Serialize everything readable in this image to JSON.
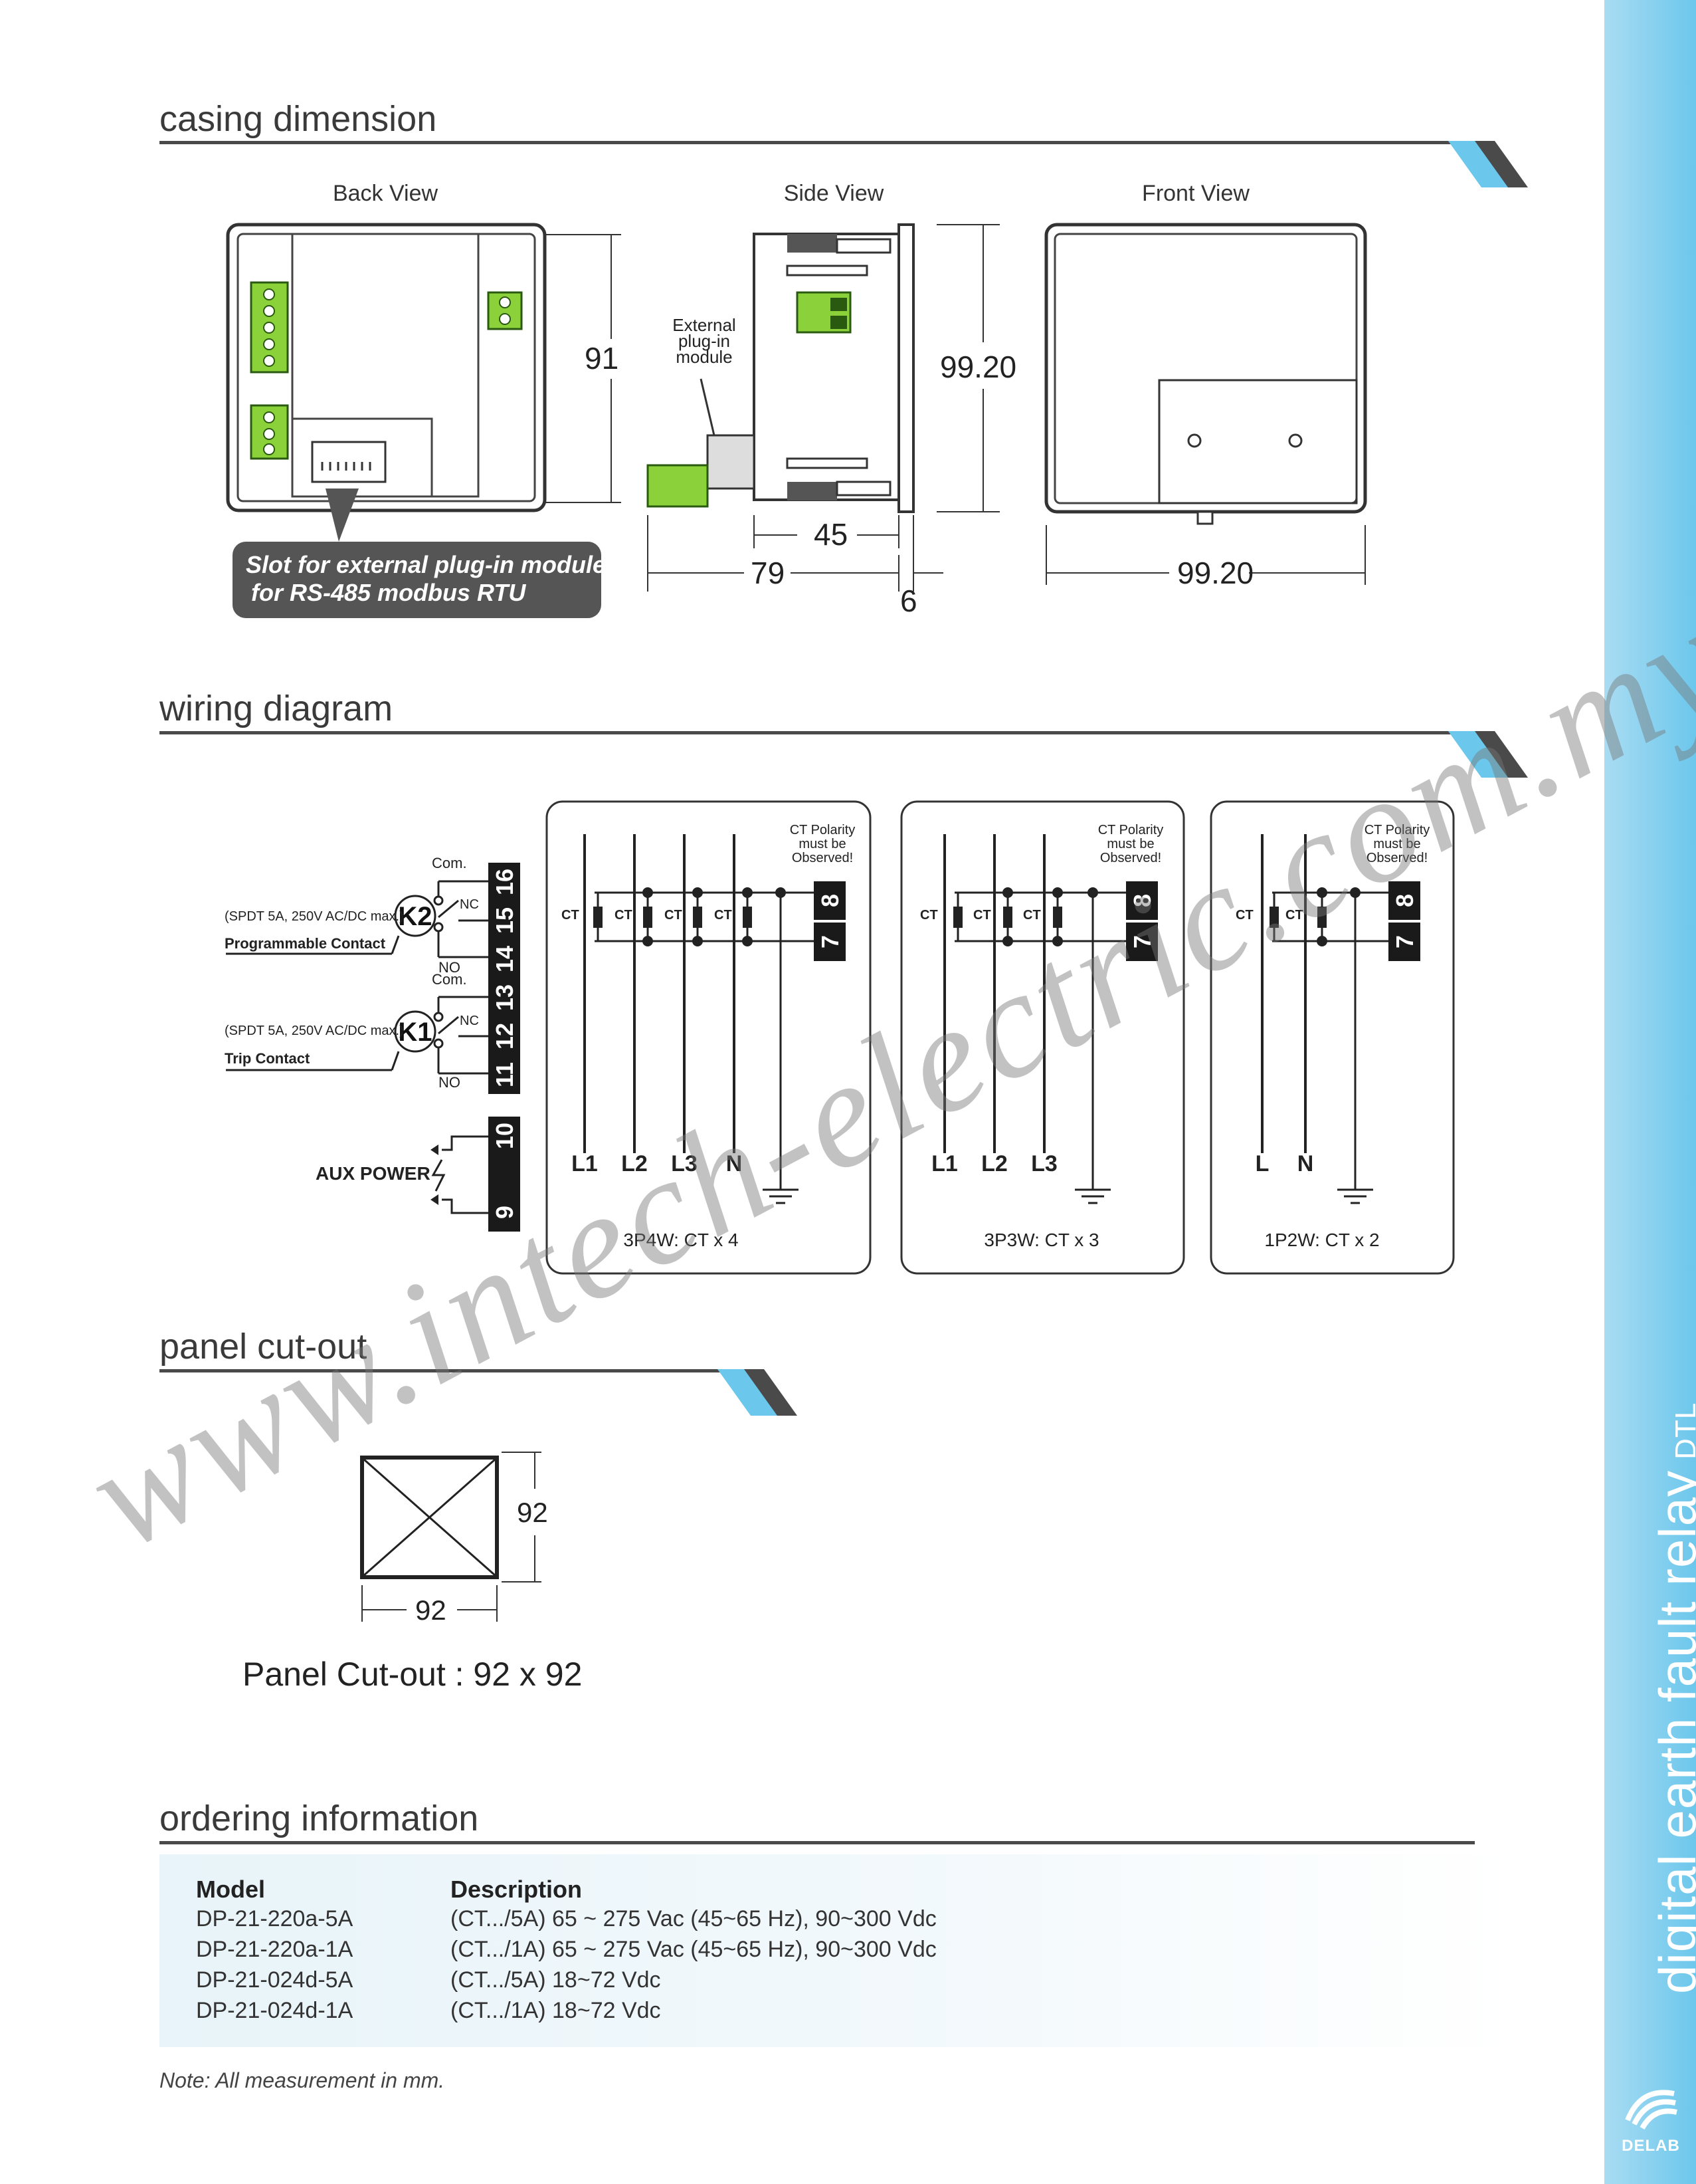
{
  "sections": {
    "casing": "casing dimension",
    "wiring": "wiring diagram",
    "panel": "panel cut-out",
    "ordering": "ordering information"
  },
  "casing": {
    "back_view": "Back View",
    "side_view": "Side View",
    "front_view": "Front View",
    "dim_91": "91",
    "dim_99_side": "99.20",
    "dim_99_front": "99.20",
    "dim_45": "45",
    "dim_79": "79",
    "dim_6": "6",
    "external_module_1": "External",
    "external_module_2": "plug-in",
    "external_module_3": "module",
    "slot_callout_1": "Slot for external plug-in module",
    "slot_callout_2": "for RS-485 modbus RTU"
  },
  "wiring": {
    "com": "Com.",
    "nc": "NC",
    "no": "NO",
    "k2": "K2",
    "k1": "K1",
    "spdt": "(SPDT 5A, 250V AC/DC max.)",
    "programmable_contact": "Programmable Contact",
    "trip_contact": "Trip Contact",
    "aux_power": "AUX POWER",
    "terminals": [
      "16",
      "15",
      "14",
      "13",
      "12",
      "11",
      "10",
      "9"
    ],
    "ct": "CT",
    "ct_polarity_1": "CT Polarity",
    "ct_polarity_2": "must be",
    "ct_polarity_3": "Observed!",
    "t8": "8",
    "t7": "7",
    "panels": [
      {
        "caption": "3P4W: CT x 4",
        "lines": [
          "L1",
          "L2",
          "L3",
          "N"
        ]
      },
      {
        "caption": "3P3W: CT x 3",
        "lines": [
          "L1",
          "L2",
          "L3"
        ]
      },
      {
        "caption": "1P2W: CT x 2",
        "lines": [
          "L",
          "N"
        ]
      }
    ]
  },
  "panel_cutout": {
    "dim_h": "92",
    "dim_w": "92",
    "caption": "Panel Cut-out : 92 x 92"
  },
  "ordering": {
    "col_model": "Model",
    "col_description": "Description",
    "rows": [
      {
        "model": "DP-21-220a-5A",
        "description": "(CT.../5A) 65 ~ 275 Vac (45~65 Hz), 90~300 Vdc"
      },
      {
        "model": "DP-21-220a-1A",
        "description": "(CT.../1A) 65 ~ 275 Vac (45~65 Hz), 90~300 Vdc"
      },
      {
        "model": "DP-21-024d-5A",
        "description": "(CT.../5A) 18~72 Vdc"
      },
      {
        "model": "DP-21-024d-1A",
        "description": "(CT.../1A) 18~72 Vdc"
      }
    ]
  },
  "note": "Note: All measurement in mm.",
  "sidebar": {
    "title": "digital earth fault relay",
    "code": "DTL",
    "logo": "DELAB"
  },
  "watermark": "www.intech-electric.com.my",
  "colors": {
    "accent": "#6cc7ec",
    "rule": "#4a4a4a",
    "terminal": "#1a1a1a",
    "plug_green": "#8bd13a"
  }
}
